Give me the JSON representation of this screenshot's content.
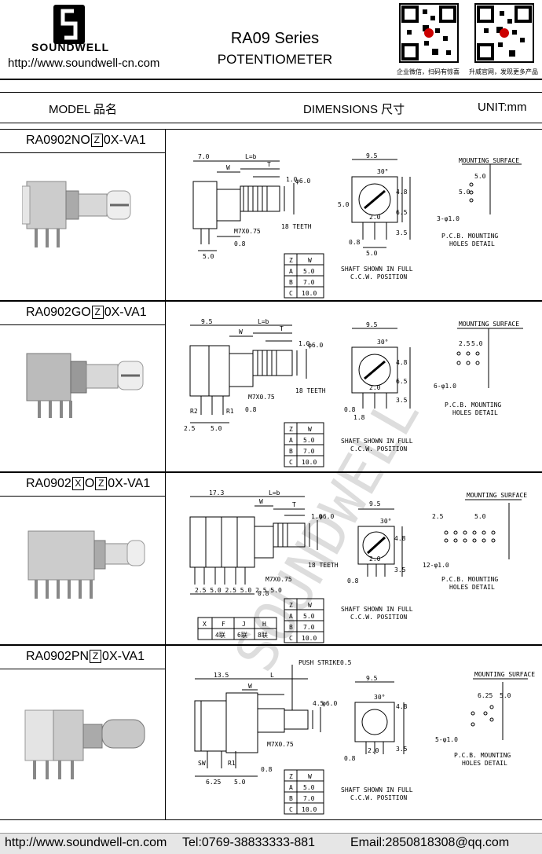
{
  "header": {
    "brand": "SOUNDWELL",
    "website": "http://www.soundwell-cn.com",
    "series_title": "RA09 Series",
    "product_type": "POTENTIOMETER",
    "qr_captions": [
      "企业微信，扫码有惊喜",
      "升威官网，发现更多产品"
    ]
  },
  "columns": {
    "model": "MODEL 品名",
    "dimensions": "DIMENSIONS 尺寸",
    "unit": "UNIT:mm"
  },
  "sections": [
    {
      "model_prefix": "RA0902NO",
      "model_box": "Z",
      "model_suffix": "0X-VA1",
      "dims": {
        "a": "7.0",
        "b": "L=b",
        "w": "W",
        "t": "T",
        "d1": "1.0",
        "d2": "φ6.0",
        "thread": "M7X0.75",
        "teeth": "18 TEETH",
        "d3": "0.8",
        "d4": "5.0",
        "f1": "9.5",
        "ang": "30°",
        "f2": "2.0",
        "f3": "5.0",
        "f4": "4.8",
        "f5": "6.5",
        "f6": "3.5",
        "f7": "0.8",
        "m1": "5.0",
        "m2": "5.0",
        "m3": "3-φ1.0"
      },
      "pcb": "P.C.B. MOUNTING HOLES DETAIL",
      "mount": "MOUNTING SURFACE",
      "shaft_note": "SHAFT SHOWN IN FULL C.C.W. POSITION",
      "table": {
        "h1": "Z",
        "h2": "W",
        "rows": [
          [
            "A",
            "5.0"
          ],
          [
            "B",
            "7.0"
          ],
          [
            "C",
            "10.0"
          ]
        ]
      }
    },
    {
      "model_prefix": "RA0902GO",
      "model_box": "Z",
      "model_suffix": "0X-VA1",
      "dims": {
        "a": "9.5",
        "b": "L=b",
        "w": "W",
        "t": "T",
        "d1": "1.0",
        "d2": "φ6.0",
        "thread": "M7X0.75",
        "teeth": "18 TEETH",
        "d3": "0.8",
        "d4": "2.5",
        "d5": "5.0",
        "r1": "R1",
        "r2": "R2",
        "f1": "9.5",
        "ang": "30°",
        "f2": "2.0",
        "f4": "4.8",
        "f5": "6.5",
        "f6": "3.5",
        "f7": "0.8",
        "f8": "1.8",
        "m1": "2.5",
        "m2": "5.0",
        "m3": "6-φ1.0"
      },
      "pcb": "P.C.B. MOUNTING HOLES DETAIL",
      "mount": "MOUNTING SURFACE",
      "shaft_note": "SHAFT SHOWN IN FULL C.C.W. POSITION",
      "table": {
        "h1": "Z",
        "h2": "W",
        "rows": [
          [
            "A",
            "5.0"
          ],
          [
            "B",
            "7.0"
          ],
          [
            "C",
            "10.0"
          ]
        ]
      }
    },
    {
      "model_prefix": "RA0902",
      "model_box": "X",
      "model_mid": "O",
      "model_box2": "Z",
      "model_suffix": "0X-VA1",
      "dims": {
        "a": "17.3",
        "b": "L=b",
        "w": "W",
        "t": "T",
        "d1": "1.0",
        "d2": "φ6.0",
        "thread": "M7X0.75",
        "teeth": "18 TEETH",
        "d3": "0.8",
        "pins": "2.5 5.0 2.5 5.0 2.5 5.0",
        "f1": "9.5",
        "ang": "30°",
        "f2": "2.0",
        "f4": "4.8",
        "f6": "3.5",
        "f7": "0.8",
        "m1": "2.5",
        "m2": "5.0",
        "m3": "12-φ1.0"
      },
      "pcb": "P.C.B. MOUNTING HOLES DETAIL",
      "mount": "MOUNTING SURFACE",
      "shaft_note": "SHAFT SHOWN IN FULL C.C.W. POSITION",
      "table": {
        "h1": "Z",
        "h2": "W",
        "rows": [
          [
            "A",
            "5.0"
          ],
          [
            "B",
            "7.0"
          ],
          [
            "C",
            "10.0"
          ]
        ]
      },
      "gang_table": {
        "h": "X",
        "cols": [
          "F",
          "J",
          "H"
        ],
        "vals": [
          "4联",
          "6联",
          "8联"
        ]
      }
    },
    {
      "model_prefix": "RA0902PN",
      "model_box": "Z",
      "model_suffix": "0X-VA1",
      "dims": {
        "a": "13.5",
        "b": "L",
        "w": "W",
        "push": "PUSH STRIKE0.5",
        "d2": "φ6.0",
        "d1": "4.5",
        "thread": "M7X0.75",
        "d3": "0.8",
        "d4": "6.25",
        "d5": "5.0",
        "sw": "SW",
        "r1": "R1",
        "f1": "9.5",
        "ang": "30°",
        "f2": "2.0",
        "f4": "4.8",
        "f6": "3.5",
        "f7": "0.8",
        "m1": "6.25",
        "m2": "5.0",
        "m3": "5-φ1.0"
      },
      "pcb": "P.C.B. MOUNTING HOLES DETAIL",
      "mount": "MOUNTING SURFACE",
      "shaft_note": "SHAFT SHOWN IN FULL C.C.W. POSITION",
      "table": {
        "h1": "Z",
        "h2": "W",
        "rows": [
          [
            "A",
            "5.0"
          ],
          [
            "B",
            "7.0"
          ],
          [
            "C",
            "10.0"
          ]
        ]
      }
    }
  ],
  "watermark": "SOUNDWELL",
  "footer": {
    "url": "http://www.soundwell-cn.com",
    "tel": "Tel:0769-38833333-881",
    "email": "Email:2850818308@qq.com"
  }
}
